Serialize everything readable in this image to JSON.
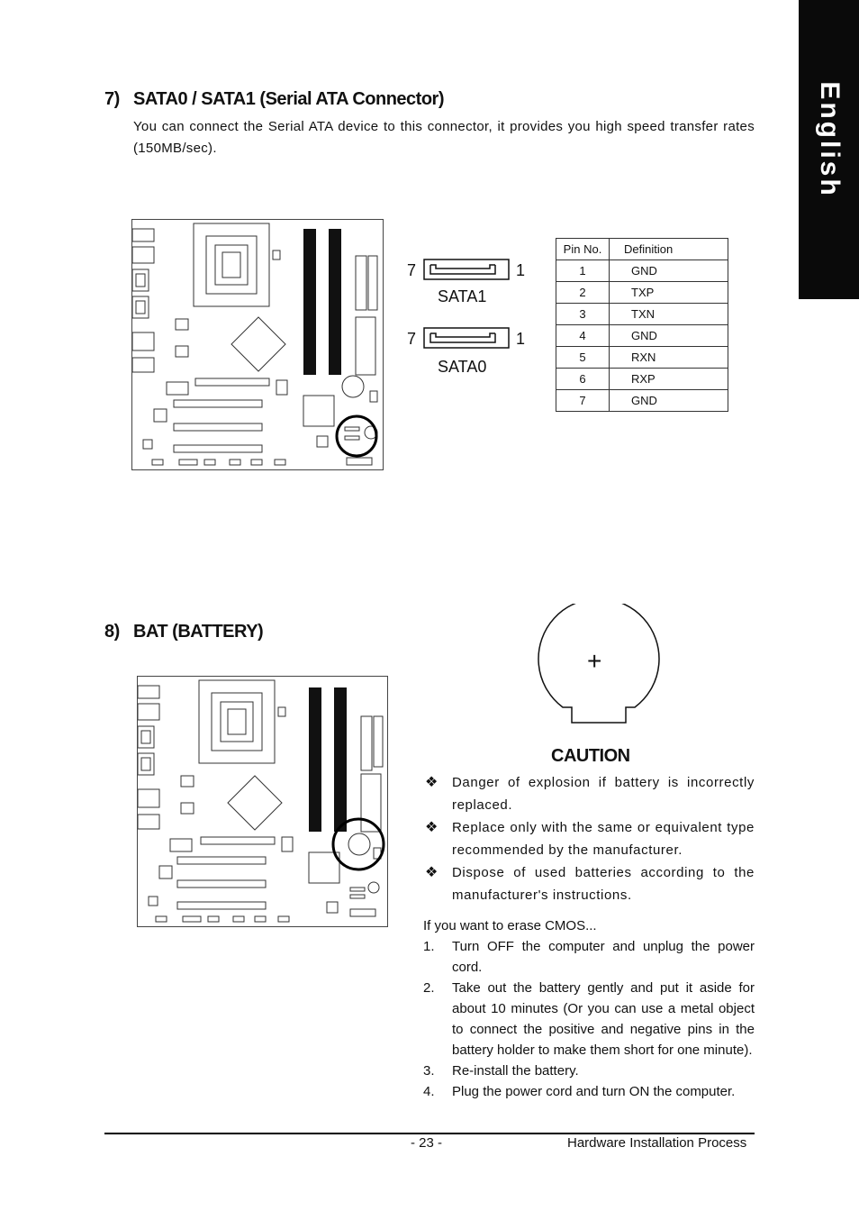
{
  "sidebar": {
    "language": "English"
  },
  "section7": {
    "number": "7)",
    "title": "SATA0 / SATA1 (Serial ATA Connector)",
    "description": "You can connect the Serial ATA device to this connector, it provides you high speed transfer rates (150MB/sec)."
  },
  "sata_connectors": [
    {
      "name": "SATA1",
      "pin_left": "7",
      "pin_right": "1"
    },
    {
      "name": "SATA0",
      "pin_left": "7",
      "pin_right": "1"
    }
  ],
  "pin_table": {
    "headers": [
      "Pin No.",
      "Definition"
    ],
    "rows": [
      {
        "pin": "1",
        "def": "GND"
      },
      {
        "pin": "2",
        "def": "TXP"
      },
      {
        "pin": "3",
        "def": "TXN"
      },
      {
        "pin": "4",
        "def": "GND"
      },
      {
        "pin": "5",
        "def": "RXN"
      },
      {
        "pin": "6",
        "def": "RXP"
      },
      {
        "pin": "7",
        "def": "GND"
      }
    ]
  },
  "section8": {
    "number": "8)",
    "title": "BAT (BATTERY)"
  },
  "battery": {
    "symbol": "+"
  },
  "caution": {
    "title": "CAUTION",
    "bullet_symbol": "❖",
    "items": [
      "Danger of explosion if battery is incorrectly replaced.",
      "Replace only with the same or equivalent type recommended by the manufacturer.",
      "Dispose of used batteries according to the manufacturer's instructions."
    ]
  },
  "erase_cmos": {
    "intro": "If you want to erase CMOS...",
    "steps": [
      {
        "n": "1.",
        "text": "Turn OFF the computer and unplug the power cord."
      },
      {
        "n": "2.",
        "text": "Take out the battery gently and put it aside for about 10 minutes (Or you can use a  metal object to connect the positive and negative pins in the battery holder to make them short for one minute)."
      },
      {
        "n": "3.",
        "text": "Re-install the battery."
      },
      {
        "n": "4.",
        "text": "Plug the power cord and turn ON the computer."
      }
    ]
  },
  "footer": {
    "page": "- 23 -",
    "section": "Hardware Installation Process"
  }
}
